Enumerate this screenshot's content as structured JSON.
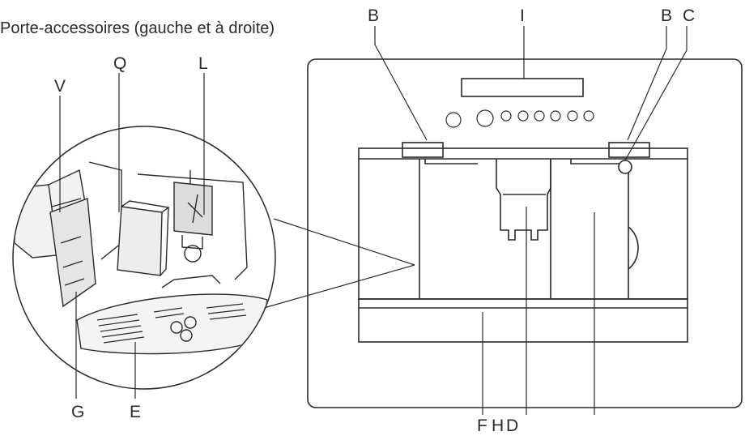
{
  "caption": "Porte-accessoires (gauche et à droite)",
  "labels": {
    "B_left": "B",
    "I": "I",
    "B_right": "B",
    "C": "C",
    "Q": "Q",
    "L": "L",
    "V": "V",
    "G": "G",
    "E": "E",
    "F": "F",
    "H": "H",
    "D": "D"
  }
}
